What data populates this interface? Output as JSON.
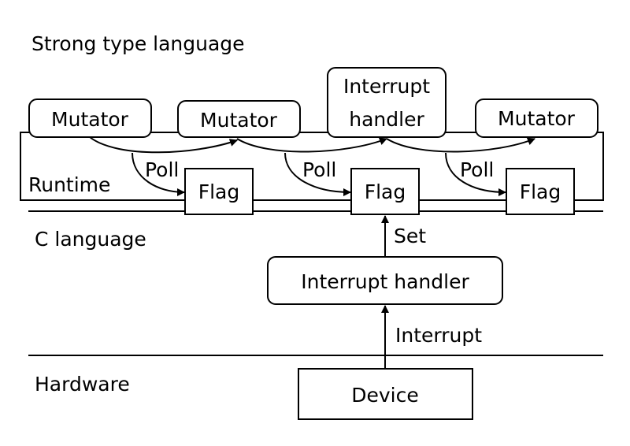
{
  "layers": {
    "strong_type": "Strong type language",
    "runtime": "Runtime",
    "c_language": "C language",
    "hardware": "Hardware"
  },
  "mutators": [
    "Mutator",
    "Mutator",
    "Mutator"
  ],
  "interrupt_handler_top": [
    "Interrupt",
    "handler"
  ],
  "flags": [
    "Flag",
    "Flag",
    "Flag"
  ],
  "poll_labels": [
    "Poll",
    "Poll",
    "Poll"
  ],
  "set_label": "Set",
  "interrupt_handler_c": "Interrupt handler",
  "interrupt_label": "Interrupt",
  "device": "Device"
}
